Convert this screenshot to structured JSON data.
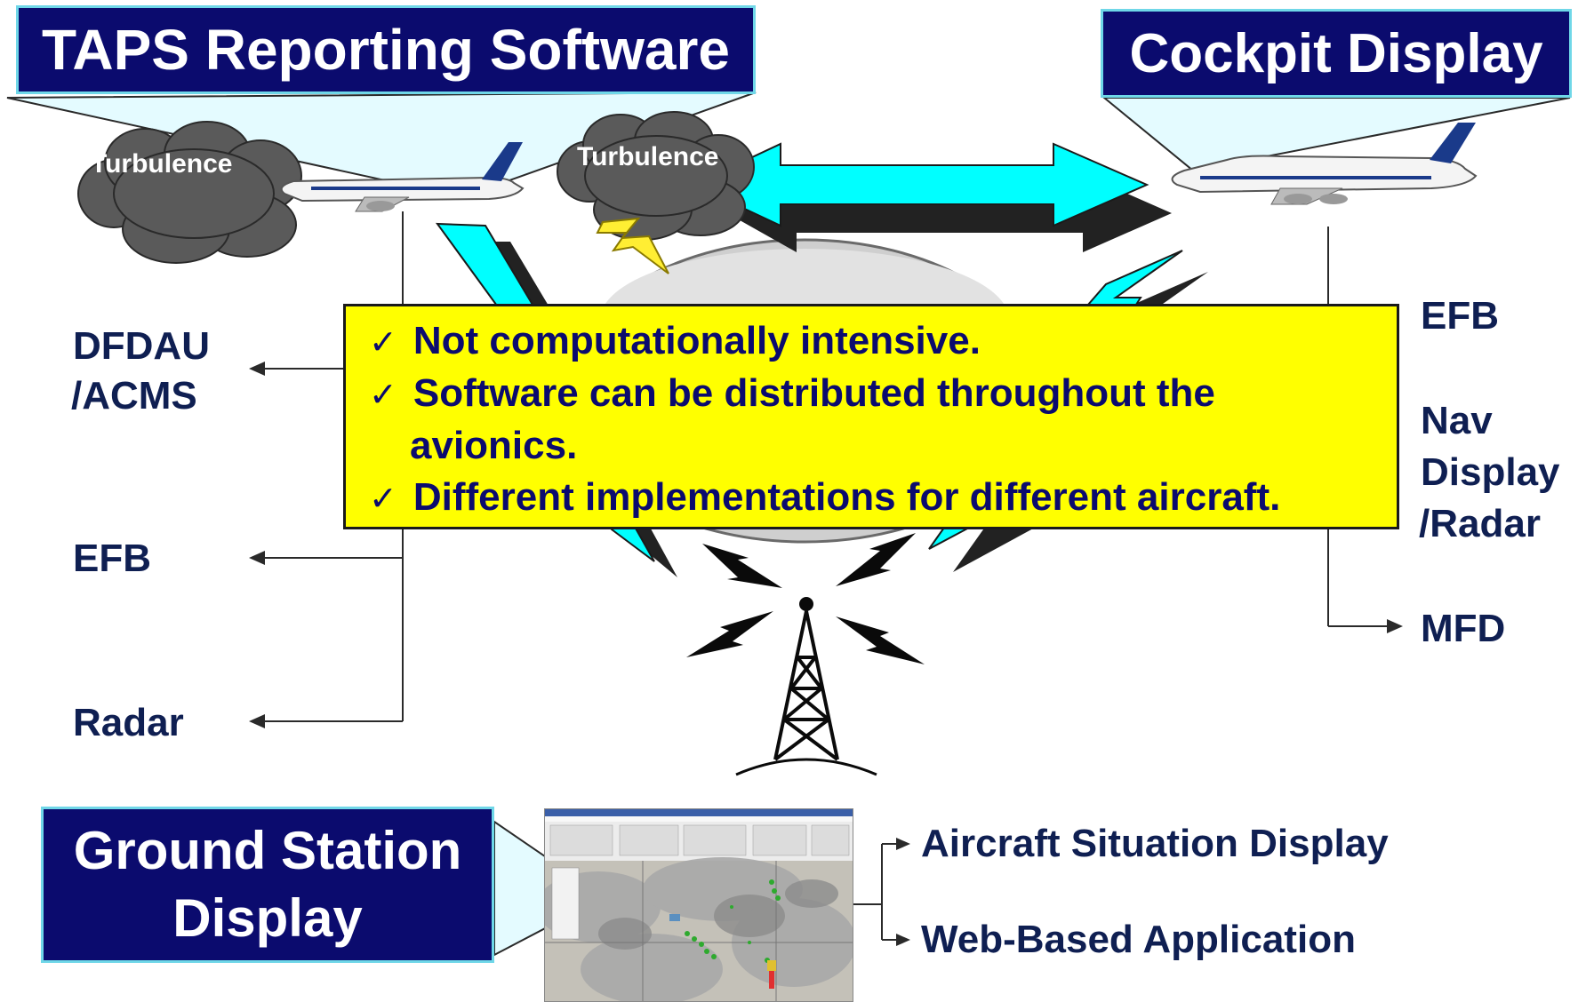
{
  "titles": {
    "taps": "TAPS Reporting Software",
    "cockpit": "Cockpit Display",
    "ground_line1": "Ground Station",
    "ground_line2": "Display"
  },
  "clouds": {
    "left": "Turbulence",
    "right": "Turbulence"
  },
  "left_outputs": [
    "DFDAU",
    "/ACMS",
    "EFB",
    "Radar"
  ],
  "right_outputs": {
    "efb": "EFB",
    "nav": [
      "Nav",
      "Display",
      "/Radar"
    ],
    "mfd": "MFD"
  },
  "callout": {
    "check": "✓",
    "line1": "Not computationally intensive.",
    "line2": "Software can be distributed throughout the",
    "line2b": "avionics.",
    "line3": "Different implementations for different aircraft."
  },
  "ground_outputs": [
    "Aircraft Situation Display",
    "Web-Based Application"
  ],
  "colors": {
    "title_bg": "#0b0b6e",
    "title_border": "#6fd7e8",
    "label_text": "#0f1f52",
    "arrow_cyan": "#00ffff",
    "callout_bg": "#ffff00",
    "bolt": "#ffee33",
    "cloud": "#5a5a5a"
  },
  "icons": [
    "cloud-icon",
    "airplane-757-icon",
    "airplane-747-icon",
    "lightning-icon",
    "radio-tower-icon",
    "radio-wave-icon",
    "double-arrow-icon",
    "dome-icon"
  ]
}
